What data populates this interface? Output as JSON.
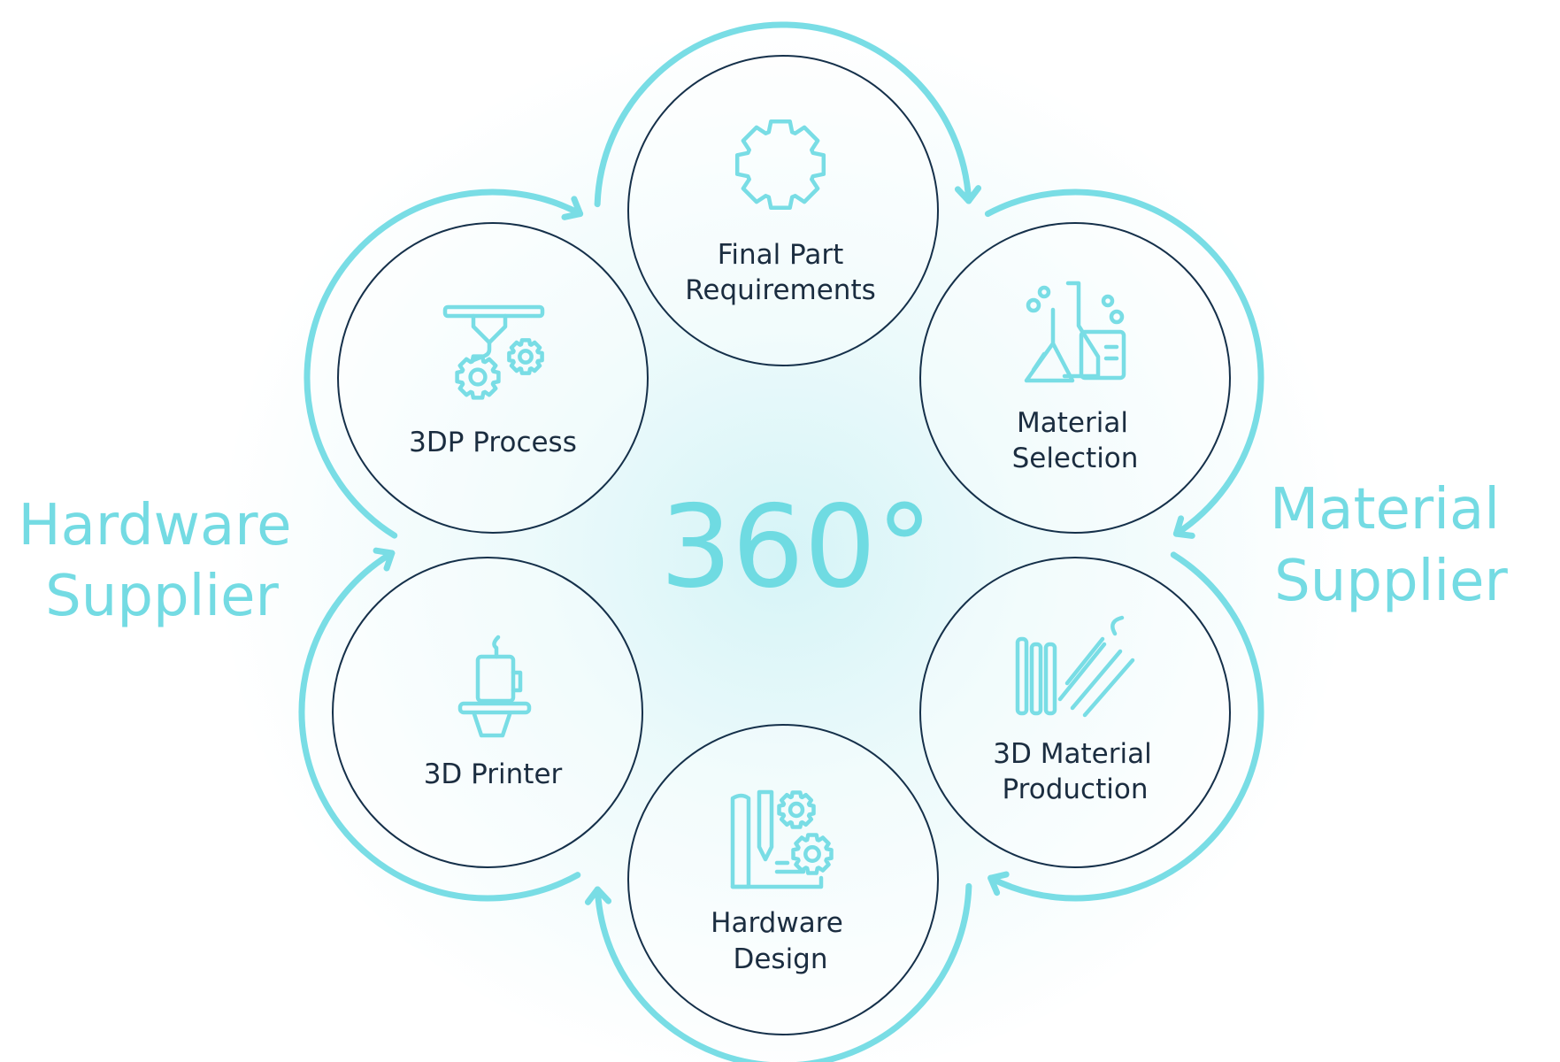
{
  "center_label": "360°",
  "side_labels": {
    "left": [
      "Hardware",
      "Supplier"
    ],
    "right": [
      "Material",
      "Supplier"
    ]
  },
  "nodes": [
    {
      "id": "final-part-requirements",
      "lines": [
        "Final Part",
        "Requirements"
      ],
      "icon": "gear-icon"
    },
    {
      "id": "material-selection",
      "lines": [
        "Material",
        "Selection"
      ],
      "icon": "lab-flask-icon"
    },
    {
      "id": "3d-material-production",
      "lines": [
        "3D Material",
        "Production"
      ],
      "icon": "filament-spool-icon"
    },
    {
      "id": "hardware-design",
      "lines": [
        "Hardware",
        "Design"
      ],
      "icon": "blueprint-gears-icon"
    },
    {
      "id": "3d-printer",
      "lines": [
        "3D Printer"
      ],
      "icon": "printer-extruder-icon"
    },
    {
      "id": "3dp-process",
      "lines": [
        "3DP Process"
      ],
      "icon": "extruder-gears-icon"
    }
  ],
  "colors": {
    "accent": "#79dde5",
    "outline": "#15304a",
    "text": "#1b2d40",
    "glow": "#d8f5f8"
  }
}
